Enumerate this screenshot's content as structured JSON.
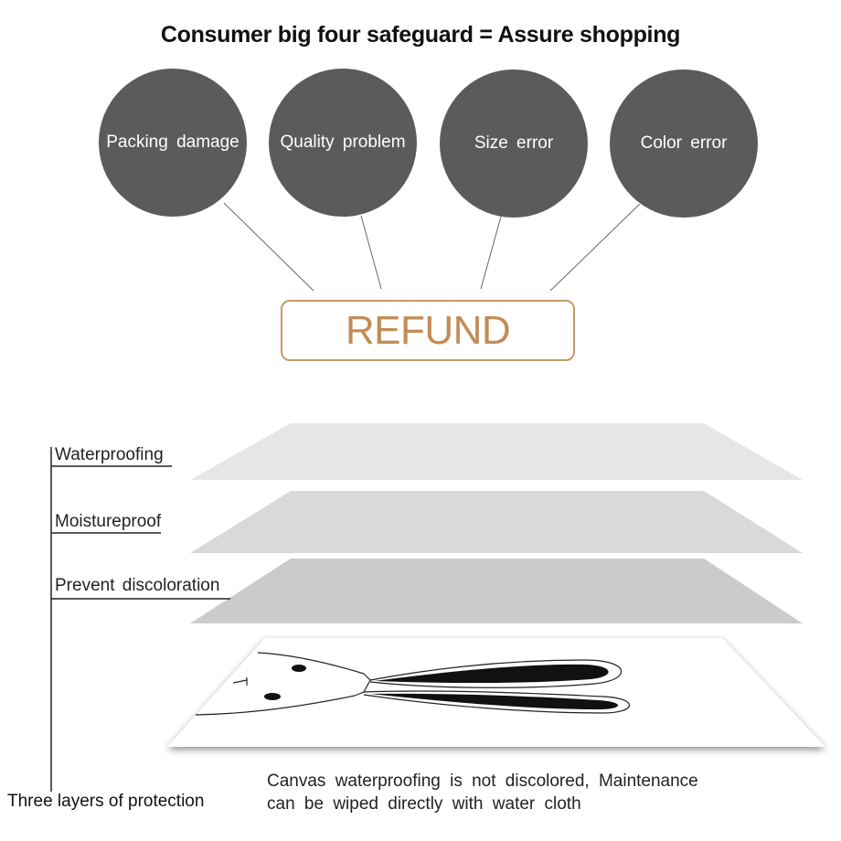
{
  "title": "Consumer big four safeguard = Assure shopping",
  "safeguards": [
    {
      "label": "Packing damage"
    },
    {
      "label": "Quality problem"
    },
    {
      "label": "Size error"
    },
    {
      "label": "Color error"
    }
  ],
  "refund_label": "REFUND",
  "layers": [
    {
      "label": "Waterproofing"
    },
    {
      "label": "Moistureproof"
    },
    {
      "label": "Prevent discoloration"
    }
  ],
  "protection_label": "Three layers of protection",
  "caption": {
    "line1": "Canvas waterproofing is not discolored, Maintenance",
    "line2": "can be wiped directly with water cloth"
  },
  "colors": {
    "circle": "#5b5b5b",
    "refund_accent": "#c89a65",
    "layer_top": "#e6e6e6",
    "layer_middle": "#d9d9d9",
    "layer_bottom": "#cbcbcb"
  },
  "icons": {
    "artwork": "bunny-illustration"
  }
}
